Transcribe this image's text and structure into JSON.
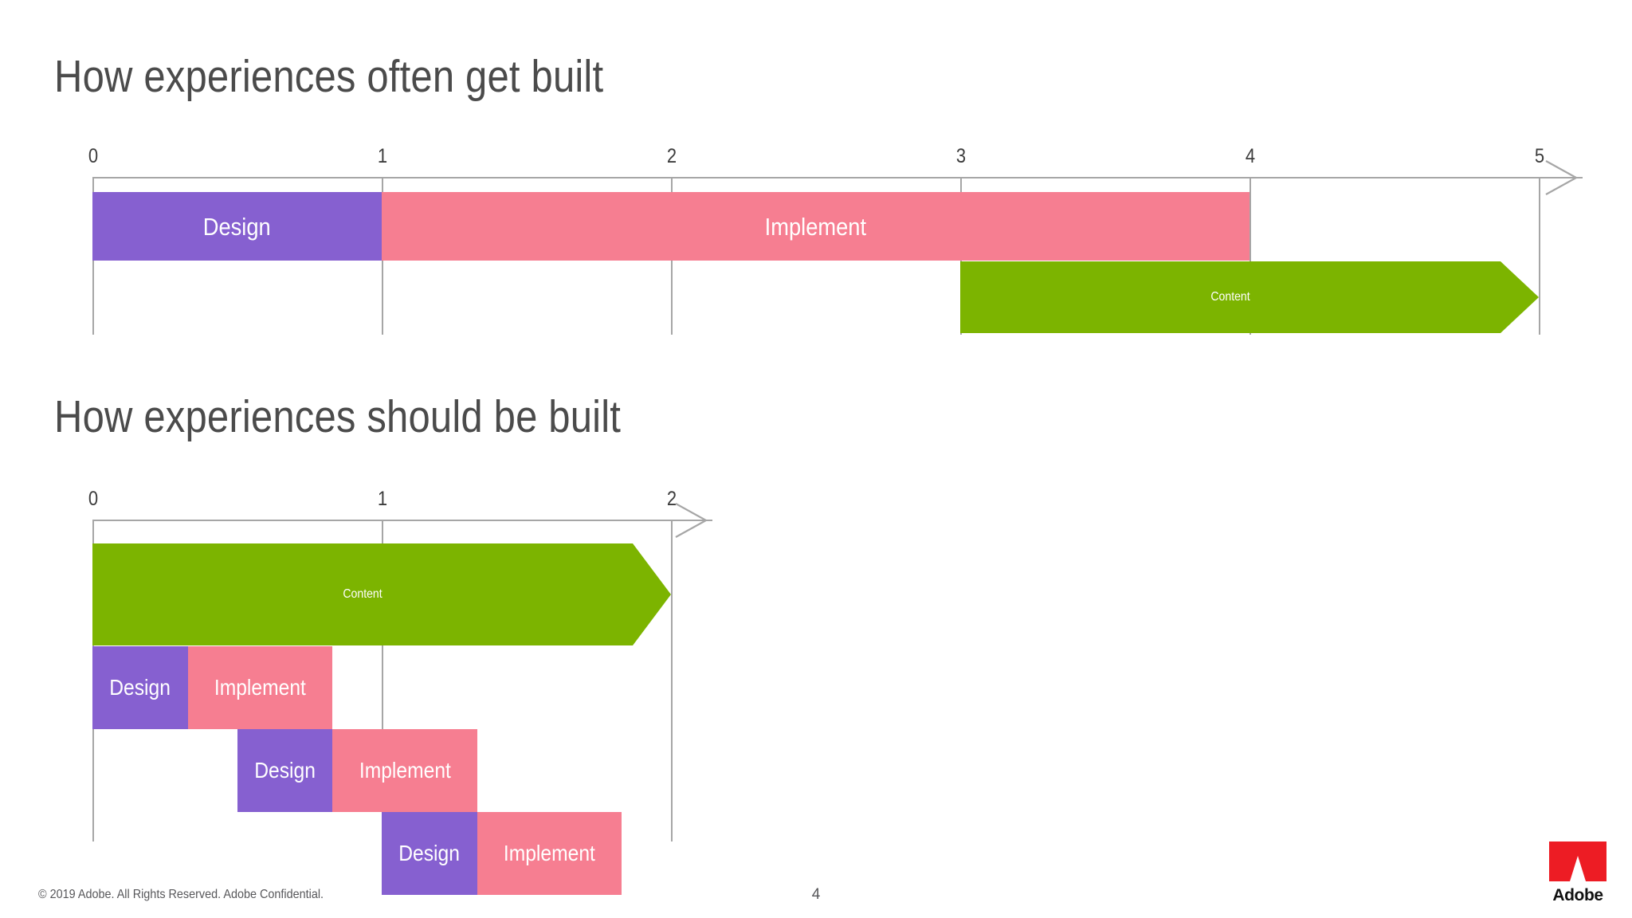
{
  "slide": {
    "page_number": "4",
    "footer_copyright": "© 2019 Adobe.  All Rights Reserved.  Adobe Confidential.",
    "logo_wordmark": "Adobe"
  },
  "colors": {
    "design": "#8660d0",
    "implement": "#f67e91",
    "content": "#7cb400",
    "axis": "#a6a6a6",
    "heading": "#4b4b4b",
    "tick": "#3c3c3c",
    "bar_text": "#ffffff",
    "adobe_red": "#ed1c24"
  },
  "charts": [
    {
      "heading": "How experiences often get built",
      "axis": {
        "ticks": [
          "0",
          "1",
          "2",
          "3",
          "4",
          "5"
        ],
        "min": 0,
        "max": 5,
        "has_arrow": true
      },
      "bars": [
        {
          "label": "Design",
          "start": 0,
          "end": 1,
          "row": 0,
          "shape": "rect",
          "color_key": "design"
        },
        {
          "label": "Implement",
          "start": 1,
          "end": 4,
          "row": 0,
          "shape": "rect",
          "color_key": "implement"
        },
        {
          "label": "Content",
          "start": 3,
          "end": 5,
          "row": 1,
          "shape": "arrow",
          "color_key": "content"
        }
      ]
    },
    {
      "heading": "How experiences should be built",
      "axis": {
        "ticks": [
          "0",
          "1",
          "2"
        ],
        "min": 0,
        "max": 2,
        "has_arrow": true
      },
      "bars": [
        {
          "label": "Content",
          "start": 0.0,
          "end": 2.0,
          "row": 0,
          "shape": "arrow",
          "color_key": "content"
        },
        {
          "label": "Design",
          "start": 0.0,
          "end": 0.33,
          "row": 1,
          "shape": "rect",
          "color_key": "design"
        },
        {
          "label": "Implement",
          "start": 0.33,
          "end": 0.83,
          "row": 1,
          "shape": "rect",
          "color_key": "implement"
        },
        {
          "label": "Design",
          "start": 0.5,
          "end": 0.83,
          "row": 2,
          "shape": "rect",
          "color_key": "design"
        },
        {
          "label": "Implement",
          "start": 0.83,
          "end": 1.33,
          "row": 2,
          "shape": "rect",
          "color_key": "implement"
        },
        {
          "label": "Design",
          "start": 1.0,
          "end": 1.33,
          "row": 3,
          "shape": "rect",
          "color_key": "design"
        },
        {
          "label": "Implement",
          "start": 1.33,
          "end": 1.83,
          "row": 3,
          "shape": "rect",
          "color_key": "implement"
        }
      ]
    }
  ],
  "chart_data": {
    "type": "bar",
    "title": "How experiences often get built / How experiences should be built",
    "orientation": "horizontal",
    "grid": true,
    "legend": null,
    "panels": [
      {
        "title": "How experiences often get built",
        "xlabel": "",
        "ylabel": "",
        "xlim": [
          0,
          5
        ],
        "xticks": [
          0,
          1,
          2,
          3,
          4,
          5
        ],
        "xticklabels": [
          "0",
          "1",
          "2",
          "3",
          "4",
          "5"
        ],
        "tasks": [
          {
            "name": "Design",
            "start": 0,
            "end": 1,
            "duration": 1,
            "lane": 0,
            "color": "#8660d0",
            "shape": "rect"
          },
          {
            "name": "Implement",
            "start": 1,
            "end": 4,
            "duration": 3,
            "lane": 0,
            "color": "#f67e91",
            "shape": "rect"
          },
          {
            "name": "Content",
            "start": 3,
            "end": 5,
            "duration": 2,
            "lane": 1,
            "color": "#7cb400",
            "shape": "arrow"
          }
        ]
      },
      {
        "title": "How experiences should be built",
        "xlabel": "",
        "ylabel": "",
        "xlim": [
          0,
          2
        ],
        "xticks": [
          0,
          1,
          2
        ],
        "xticklabels": [
          "0",
          "1",
          "2"
        ],
        "tasks": [
          {
            "name": "Content",
            "start": 0.0,
            "end": 2.0,
            "duration": 2.0,
            "lane": 0,
            "color": "#7cb400",
            "shape": "arrow"
          },
          {
            "name": "Design",
            "start": 0.0,
            "end": 0.33,
            "duration": 0.33,
            "lane": 1,
            "color": "#8660d0",
            "shape": "rect"
          },
          {
            "name": "Implement",
            "start": 0.33,
            "end": 0.83,
            "duration": 0.5,
            "lane": 1,
            "color": "#f67e91",
            "shape": "rect"
          },
          {
            "name": "Design",
            "start": 0.5,
            "end": 0.83,
            "duration": 0.33,
            "lane": 2,
            "color": "#8660d0",
            "shape": "rect"
          },
          {
            "name": "Implement",
            "start": 0.83,
            "end": 1.33,
            "duration": 0.5,
            "lane": 2,
            "color": "#f67e91",
            "shape": "rect"
          },
          {
            "name": "Design",
            "start": 1.0,
            "end": 1.33,
            "duration": 0.33,
            "lane": 3,
            "color": "#8660d0",
            "shape": "rect"
          },
          {
            "name": "Implement",
            "start": 1.33,
            "end": 1.83,
            "duration": 0.5,
            "lane": 3,
            "color": "#f67e91",
            "shape": "rect"
          }
        ]
      }
    ]
  }
}
